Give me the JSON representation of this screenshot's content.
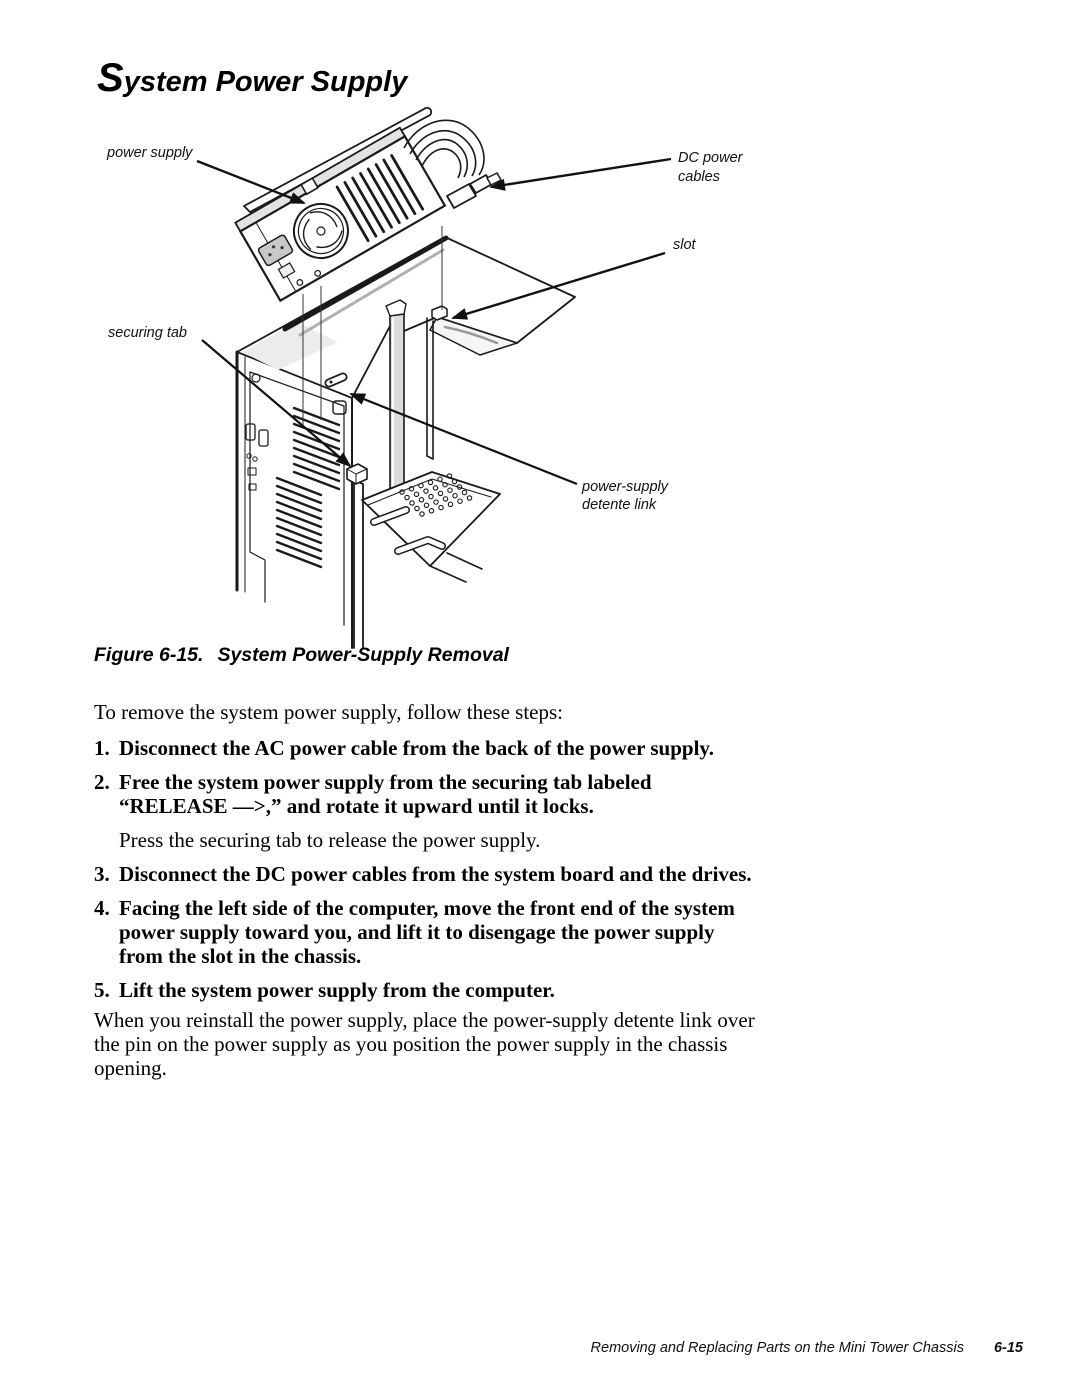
{
  "page": {
    "title_initial": "S",
    "title_rest": "ystem Power Supply",
    "footer_text": "Removing and Replacing Parts on the Mini Tower Chassis",
    "footer_page_number": "6-15"
  },
  "figure": {
    "caption_label": "Figure 6-15.",
    "caption_title": "System Power-Supply Removal",
    "labels": {
      "power_supply": "power supply",
      "dc_power_line1": "DC power",
      "dc_power_line2": "cables",
      "slot": "slot",
      "securing_tab": "securing tab",
      "detente_line1": "power-supply",
      "detente_line2": "detente link"
    }
  },
  "content": {
    "intro": "To remove the system power supply, follow these steps:",
    "steps": [
      {
        "number": "1.",
        "lines": [
          "Disconnect the AC power cable from the back of the power supply."
        ]
      },
      {
        "number": "2.",
        "lines": [
          "Free the system power supply from the securing tab labeled",
          "“RELEASE —>,” and rotate it upward until it locks."
        ],
        "note": "Press the securing tab to release the power supply."
      },
      {
        "number": "3.",
        "lines": [
          "Disconnect the DC power cables from the system board and the drives."
        ]
      },
      {
        "number": "4.",
        "lines": [
          "Facing the left side of the computer, move the front end of the system",
          "power supply toward you, and lift it to disengage the power supply",
          "from the slot in the chassis."
        ]
      },
      {
        "number": "5.",
        "lines": [
          "Lift the system power supply from the computer."
        ]
      }
    ],
    "closing_lines": [
      "When you reinstall the power supply, place the power-supply detente link over",
      "the pin on the power supply as you position the power supply in the chassis",
      "opening."
    ]
  }
}
